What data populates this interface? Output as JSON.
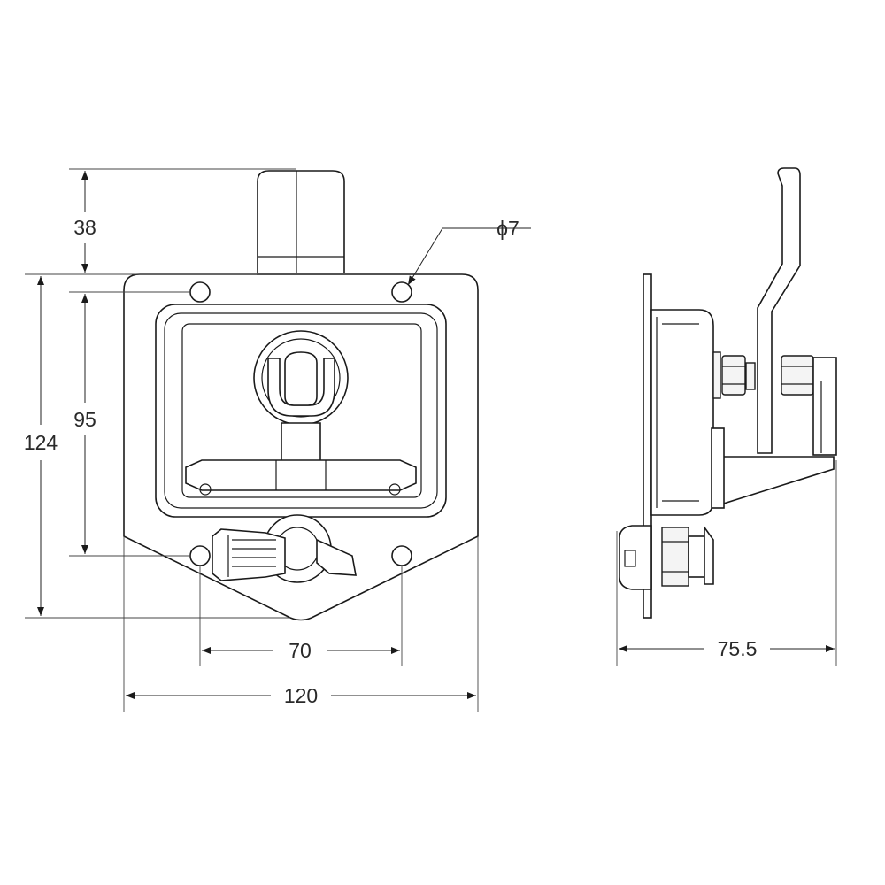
{
  "dimensions": {
    "top_height": "38",
    "hole_diameter": "ϕ7",
    "total_height": "124",
    "hole_spacing_vertical": "95",
    "hole_spacing_horizontal": "70",
    "total_width": "120",
    "side_depth": "75.5"
  },
  "colors": {
    "line": "#1a1a1a",
    "background": "#ffffff"
  }
}
